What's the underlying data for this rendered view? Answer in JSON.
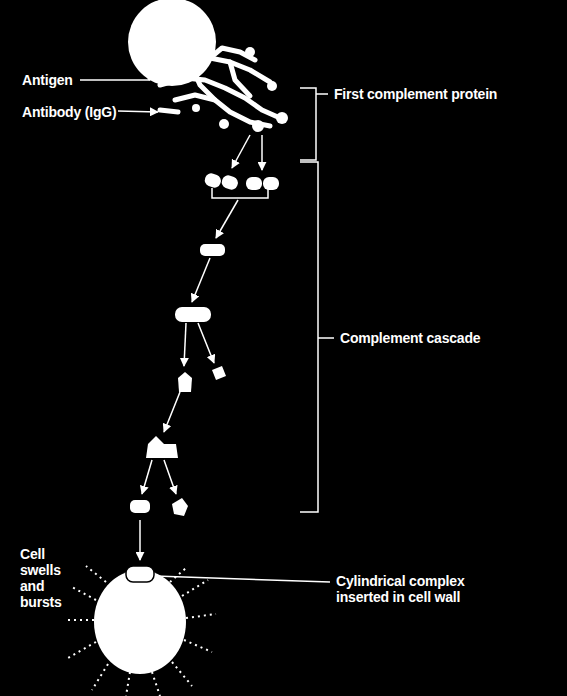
{
  "diagram": {
    "labels": [
      "Antigen",
      "Antibody (IgG)",
      "First complement protein",
      "Complement cascade",
      "Cell swells and bursts",
      "Cylindrical complex inserted in cell wall"
    ]
  }
}
